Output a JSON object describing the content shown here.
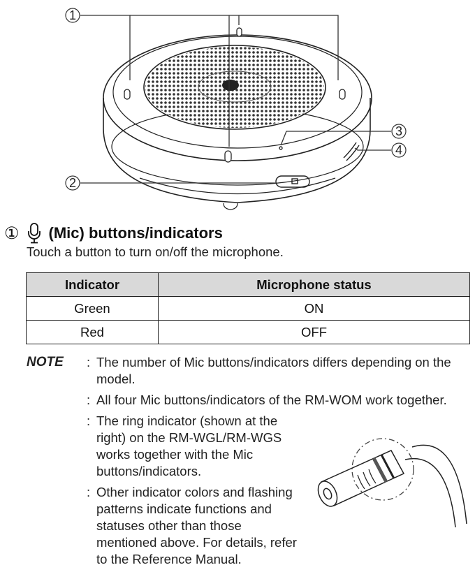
{
  "diagram": {
    "callouts": [
      "①",
      "②",
      "③",
      "④"
    ]
  },
  "section": {
    "number": "①",
    "mic_icon": "microphone-icon",
    "title": "(Mic) buttons/indicators",
    "intro": "Touch a button to turn on/off the microphone."
  },
  "table": {
    "headers": [
      "Indicator",
      "Microphone status"
    ],
    "rows": [
      [
        "Green",
        "ON"
      ],
      [
        "Red",
        "OFF"
      ]
    ]
  },
  "notes": {
    "tag": "NOTE",
    "colon": ":",
    "items": [
      "The number of Mic buttons/indicators differs depending on the model.",
      "All four Mic buttons/indicators of the RM-WOM work together.",
      "The ring indicator (shown at the right) on the RM-WGL/RM-WGS works together with the Mic buttons/indicators.",
      "Other indicator colors and flashing patterns indicate functions and statuses other than those mentioned above. For details, refer to the Reference Manual."
    ]
  }
}
